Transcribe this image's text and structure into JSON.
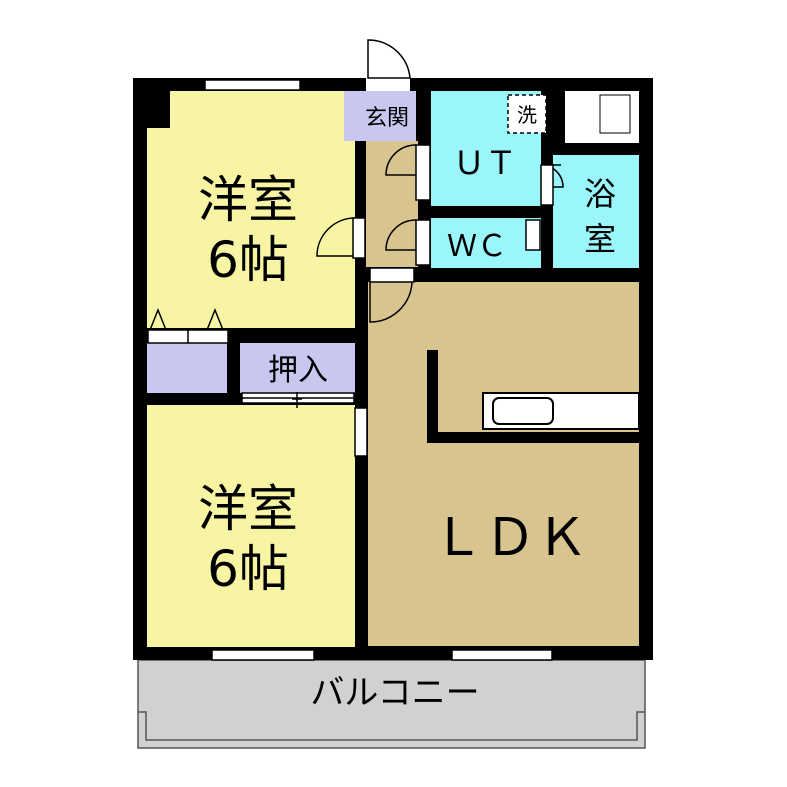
{
  "rooms": {
    "western_room_upper": {
      "name": "洋室",
      "size": "6帖"
    },
    "western_room_lower": {
      "name": "洋室",
      "size": "6帖"
    },
    "entrance": "玄関",
    "washer": "洗",
    "utility": "ＵＴ",
    "bathroom_line1": "浴",
    "bathroom_line2": "室",
    "toilet": "ＷＣ",
    "closet": "押入",
    "ldk": "ＬＤＫ",
    "balcony": "バルコニー"
  },
  "colors": {
    "western_room": "#f7f5a3",
    "ldk": "#d8c48f",
    "hall": "#d8c48f",
    "wet_area": "#9bf6fb",
    "closet": "#c9c6f0",
    "balcony": "#d1d1d1",
    "wall": "#000000"
  }
}
